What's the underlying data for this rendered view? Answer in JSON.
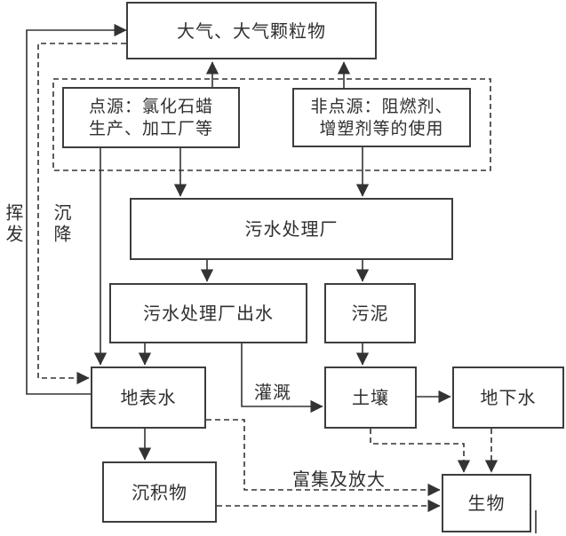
{
  "figure": {
    "boxes": {
      "atmosphere": "大气、大气颗粒物",
      "point_source_line1": "点源：氯化石蜡",
      "point_source_line2": "生产、加工厂等",
      "nonpoint_source_line1": "非点源：阻燃剂、",
      "nonpoint_source_line2": "增塑剂等的使用",
      "wwtp": "污水处理厂",
      "wwtp_effluent": "污水处理厂出水",
      "sludge": "污泥",
      "surface_water": "地表水",
      "soil": "土壤",
      "groundwater": "地下水",
      "sediment": "沉积物",
      "biota": "生物"
    },
    "flow_labels": {
      "volatilization": "挥发",
      "deposition": "沉降",
      "irrigation": "灌溉",
      "bioaccumulation": "富集及放大"
    },
    "edges": [
      {
        "from": "surface_water",
        "to": "atmosphere",
        "style": "solid",
        "label": "挥发"
      },
      {
        "from": "atmosphere",
        "to": "surface_water",
        "style": "dashed",
        "label": "沉降"
      },
      {
        "from": "point_source",
        "to": "atmosphere",
        "style": "solid"
      },
      {
        "from": "nonpoint_source",
        "to": "atmosphere",
        "style": "solid"
      },
      {
        "from": "point_source",
        "to": "wwtp",
        "style": "solid"
      },
      {
        "from": "nonpoint_source",
        "to": "wwtp",
        "style": "solid"
      },
      {
        "from": "point_source",
        "to": "surface_water",
        "style": "solid"
      },
      {
        "from": "wwtp",
        "to": "wwtp_effluent",
        "style": "solid"
      },
      {
        "from": "wwtp",
        "to": "sludge",
        "style": "solid"
      },
      {
        "from": "wwtp_effluent",
        "to": "surface_water",
        "style": "solid"
      },
      {
        "from": "wwtp_effluent",
        "to": "soil",
        "style": "solid",
        "label": "灌溉"
      },
      {
        "from": "sludge",
        "to": "soil",
        "style": "solid"
      },
      {
        "from": "soil",
        "to": "groundwater",
        "style": "solid"
      },
      {
        "from": "surface_water",
        "to": "sediment",
        "style": "solid"
      },
      {
        "from": "surface_water",
        "to": "biota",
        "style": "dashed",
        "label": "富集及放大"
      },
      {
        "from": "sediment",
        "to": "biota",
        "style": "dashed"
      },
      {
        "from": "soil",
        "to": "biota",
        "style": "dashed"
      },
      {
        "from": "groundwater",
        "to": "biota",
        "style": "dashed"
      }
    ],
    "colors": {
      "line": "#333333",
      "box_border": "#3d3d3d",
      "text": "#2f2f2f",
      "background": "#ffffff"
    }
  }
}
